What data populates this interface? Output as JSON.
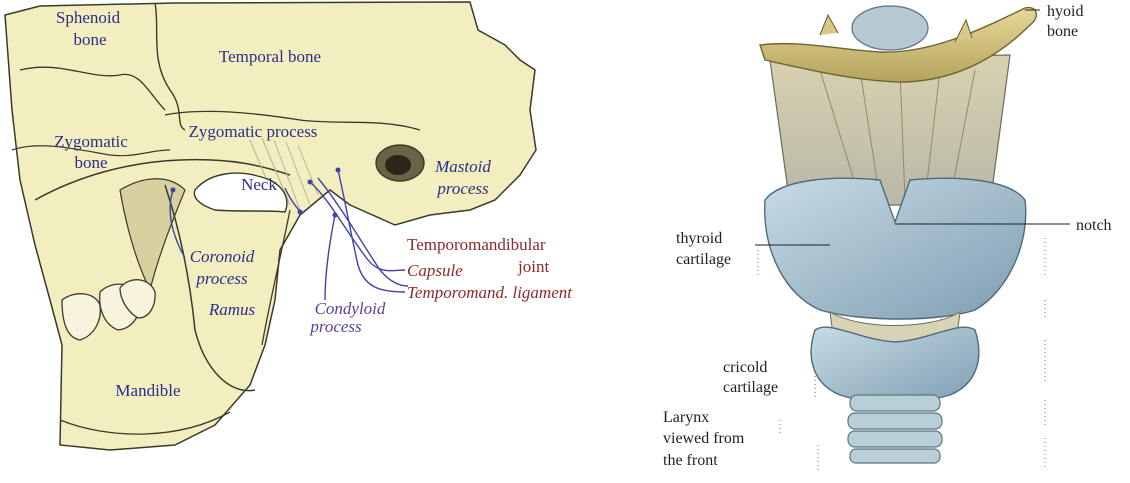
{
  "left_figure": {
    "labels": {
      "sphenoid_1": "Sphenoid",
      "sphenoid_2": "bone",
      "temporal": "Temporal bone",
      "zygomatic_process": "Zygomatic process",
      "zygomatic_1": "Zygomatic",
      "zygomatic_2": "bone",
      "neck": "Neck",
      "mastoid_1": "Mastoid",
      "mastoid_2": "process",
      "tmj_1": "Temporomandibular",
      "tmj_2": "joint",
      "capsule": "Capsule",
      "ligament": "Temporomand. ligament",
      "coronoid_1": "Coronoid",
      "coronoid_2": "process",
      "ramus": "Ramus",
      "condyloid_1": "Condyloid",
      "condyloid_2": "process",
      "mandible": "Mandible"
    },
    "colors": {
      "bone": "#f3eec0",
      "outline": "#3a3a2a",
      "label_blue": "#2b2f86",
      "label_purple": "#5b3f9a",
      "label_red": "#8e2a2a",
      "pointer": "#3d43a8"
    }
  },
  "right_figure": {
    "labels": {
      "hyoid_1": "hyoid",
      "hyoid_2": "bone",
      "notch": "notch",
      "thyroid_1": "thyroid",
      "thyroid_2": "cartilage",
      "cricoid_1": "cricold",
      "cricoid_2": "cartilage",
      "larynx_1": "Larynx",
      "larynx_2": "viewed from",
      "larynx_3": "the front"
    },
    "colors": {
      "hyoid": "#d8c98a",
      "cartilage": "#a9c4d4",
      "membrane": "#c8c2ad",
      "trachea": "#b9cfd8"
    }
  }
}
